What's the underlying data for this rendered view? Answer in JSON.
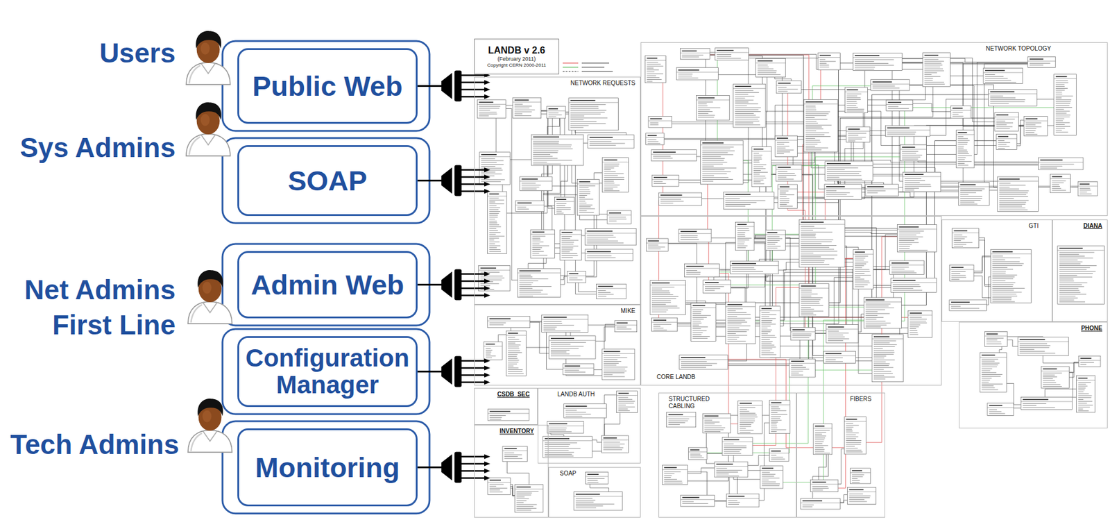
{
  "diagram": {
    "nodes": [
      {
        "text": [
          "Public Web"
        ]
      },
      {
        "text": [
          "SOAP"
        ]
      },
      {
        "text": [
          "Admin Web"
        ]
      },
      {
        "text": [
          "Configuration Manager"
        ]
      },
      {
        "text": [
          "Monitoring"
        ]
      },
      {
        "text": [
          "LANDB v 2.6",
          "(February 2011)",
          "Copyright CERN 2000-2011"
        ]
      },
      {
        "text": [
          "NETWORK REQUESTS"
        ]
      },
      {
        "text": [
          "NETWORK TOPOLOGY"
        ]
      },
      {
        "text": [
          "MIKE"
        ]
      },
      {
        "text": [
          "CORE LANDB"
        ]
      },
      {
        "text": [
          "GTI"
        ]
      },
      {
        "text": [
          "DIANA"
        ]
      },
      {
        "text": [
          "CSDB_SEC"
        ]
      },
      {
        "text": [
          "LANDB AUTH"
        ]
      },
      {
        "text": [
          "PHONE"
        ]
      },
      {
        "text": [
          "STRUCTURED CABLING"
        ]
      },
      {
        "text": [
          "FIBERS"
        ]
      },
      {
        "text": [
          "INVENTORY"
        ]
      },
      {
        "text": [
          "SOAP"
        ]
      }
    ],
    "labels": [
      "Users",
      "Sys Admins",
      "Net Admins First Line",
      "Tech Admins"
    ]
  }
}
